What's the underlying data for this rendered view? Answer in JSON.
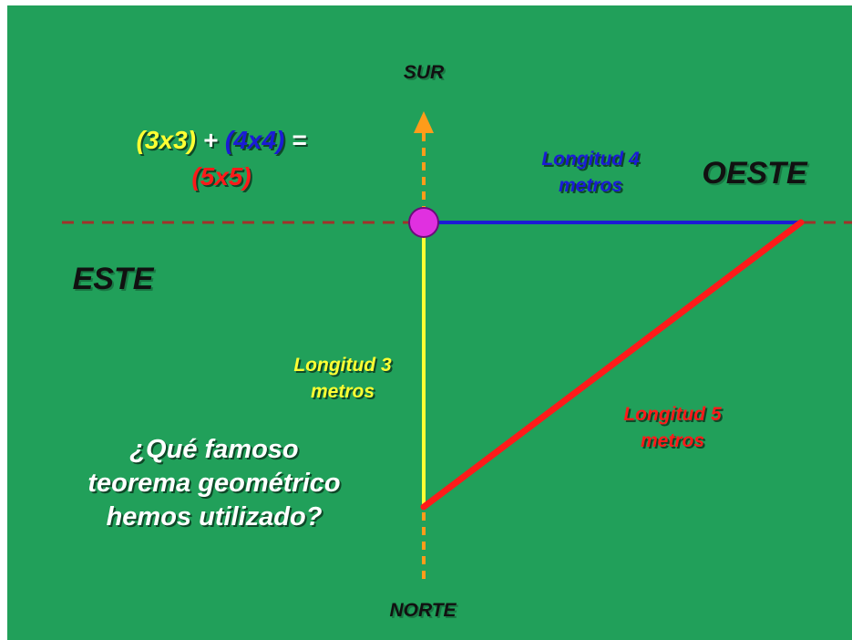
{
  "directions": {
    "south": "SUR",
    "north": "NORTE",
    "east": "ESTE",
    "west": "OESTE"
  },
  "equation": {
    "part1": "(3x3)",
    "plus": "+",
    "part2": "(4x4)",
    "equals": "=",
    "result": "(5x5)"
  },
  "labels": {
    "side_4_line1": "Longitud 4",
    "side_4_line2": "metros",
    "side_3_line1": "Longitud 3",
    "side_3_line2": "metros",
    "side_5_line1": "Longitud 5",
    "side_5_line2": "metros"
  },
  "question": {
    "line1": "¿Qué famoso",
    "line2": "teorema geométrico",
    "line3": "hemos utilizado?"
  },
  "colors": {
    "background": "#21a05a",
    "yellow": "#ffff33",
    "blue": "#1b1bd6",
    "red": "#ff1a1a",
    "orange": "#ff9c1a",
    "brown_dashed": "#a0322a",
    "magenta": "#e030e0",
    "white": "#ffffff",
    "black": "#111111"
  }
}
